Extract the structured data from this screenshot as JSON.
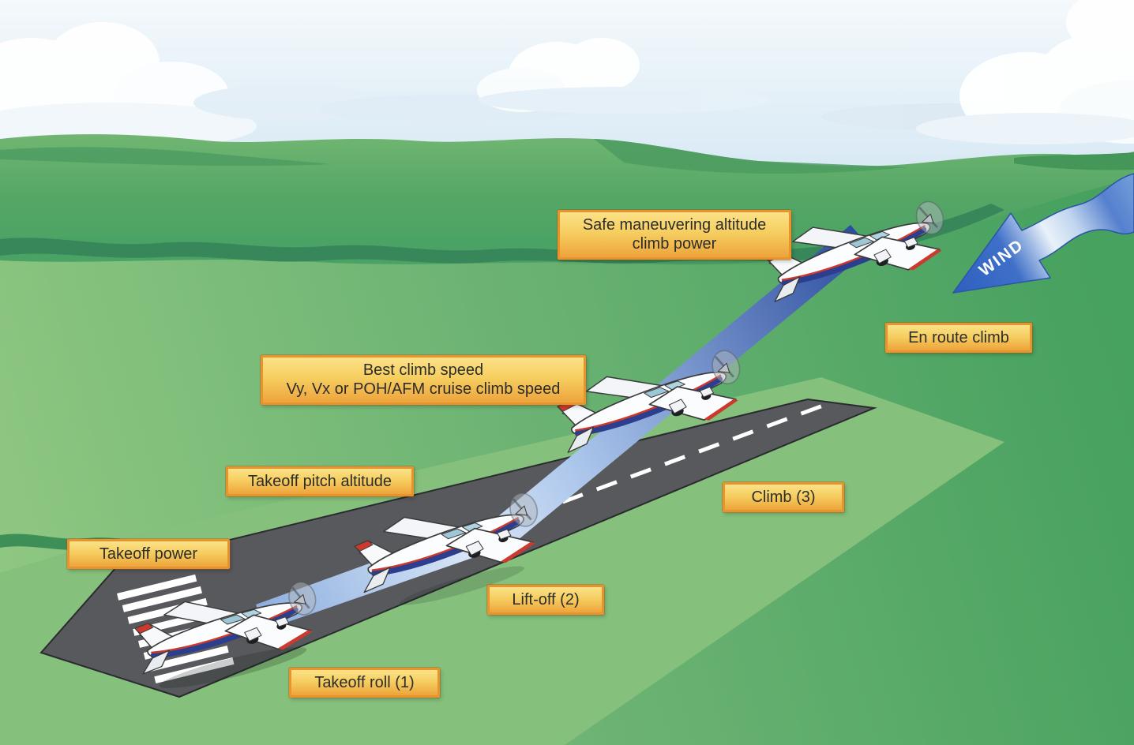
{
  "labels": {
    "safe_maneuvering_line1": "Safe maneuvering altitude",
    "safe_maneuvering_line2": "climb power",
    "best_climb_line1": "Best climb speed",
    "best_climb_line2": "Vy, Vx or POH/AFM cruise climb speed",
    "en_route_climb": "En route climb",
    "takeoff_pitch": "Takeoff pitch altitude",
    "takeoff_power": "Takeoff power",
    "climb_3": "Climb (3)",
    "lift_off_2": "Lift-off (2)",
    "takeoff_roll_1": "Takeoff roll (1)"
  },
  "wind": {
    "label": "WIND"
  },
  "airplanes": {
    "count": 4
  },
  "colors": {
    "label_box_top": "#FBE288",
    "label_box_bottom": "#EDA43C",
    "label_box_border": "#E9932C",
    "label_text": "#2D2D2D",
    "sky_top": "#F4F9FC",
    "sky_bottom": "#8FC2DF",
    "hill_green": "#5FAC68",
    "field_green": "#4BA563",
    "treeline_green": "#37875A",
    "runway_gray": "#58595D",
    "runway_markings": "#FFFFFF",
    "flight_path_blue": "#2B4C9E",
    "wind_arrow_blue": "#2F60C0",
    "airplane_belly_blue": "#2C3E8E",
    "airplane_stripe_red": "#CC3A2E"
  }
}
